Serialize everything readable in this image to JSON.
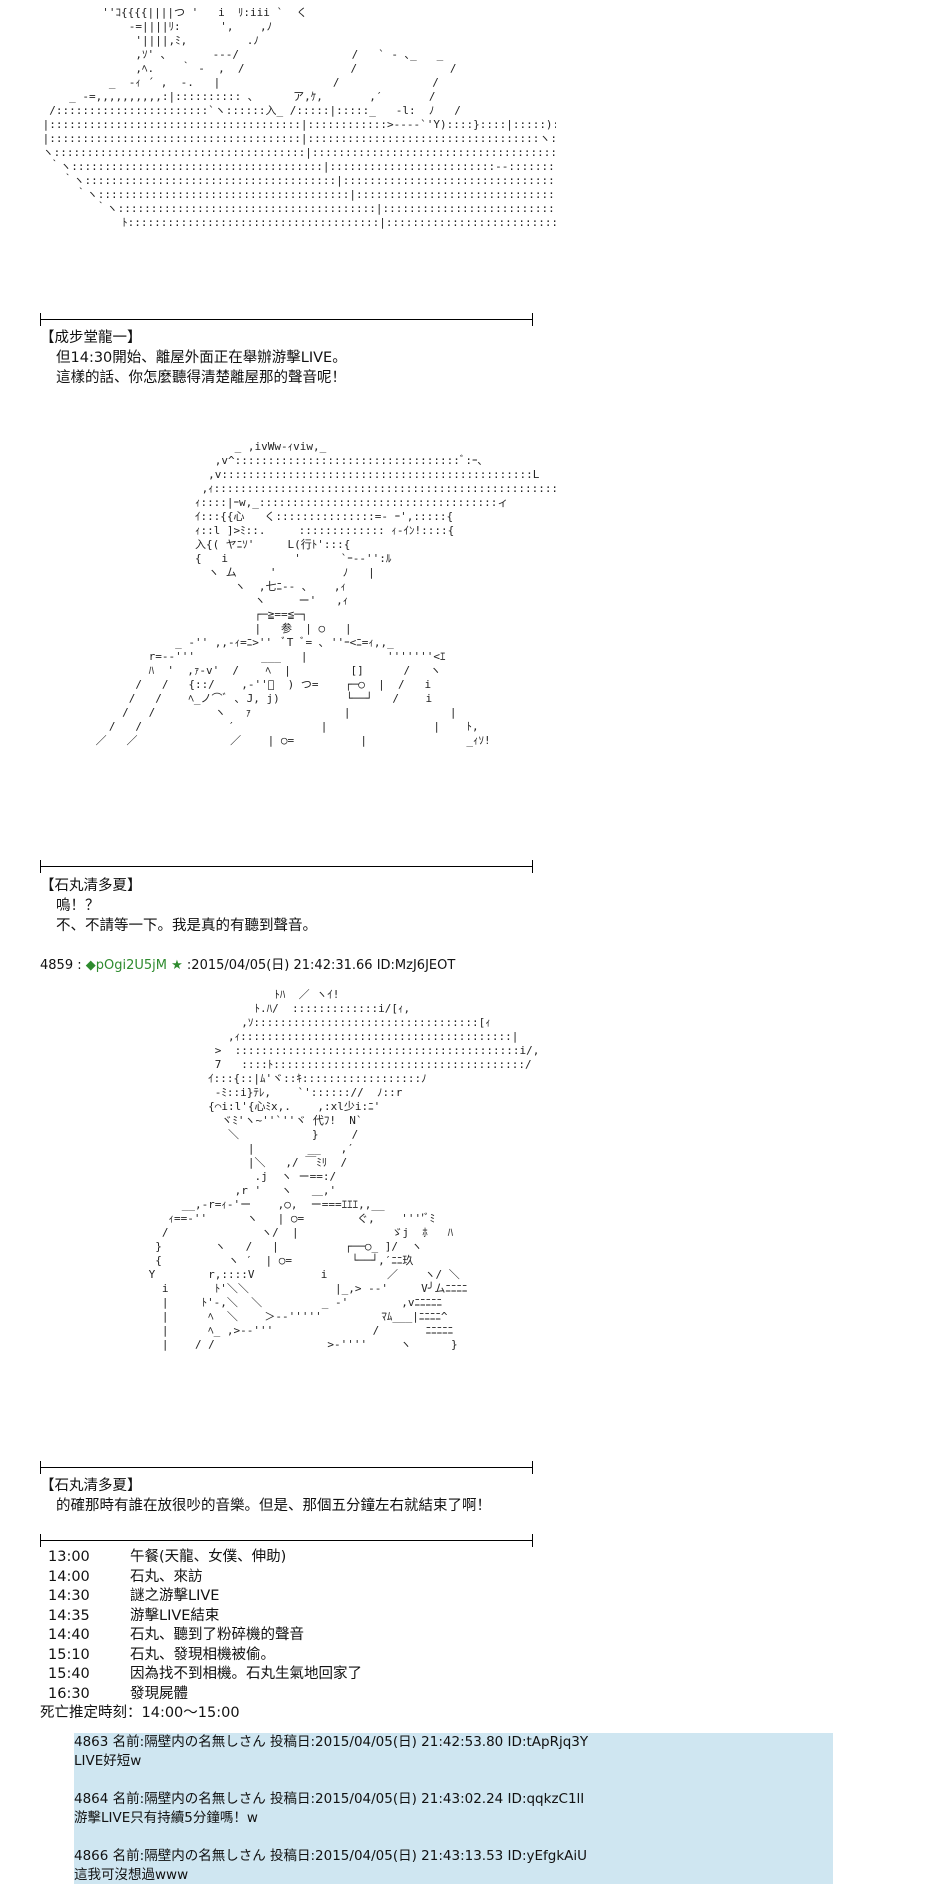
{
  "art": {
    "a1": "          ''ｺ{{{{||||つ '   i  ﾘ:iii `  く\n              -=||||ﾘ:      ',    ,ﾉ\n               '||||,ﾐ,         .ﾉ\n               ,ｿ' ､       ---/                 /   ` - ､_   _\n               ,ﾍ.    ｀ -  ,  /                /              /\n           _  -ｨ ´ ,  -.   |                 /              /\n     _ -=,,,,,,,,,,:|:::::::::: ､      ア,ｹ,       ,′       /\n  /:::::::::::::::::::::::`ヽ::::::入_ /:::::|:::::_   -l:  ﾉ   /\n |::::::::::::::::::::::::::::::::::::::|::::::::::::>----`'Y)::::}::::|:::::)::ﾉ:ヽ   |  /\n |::::::::::::::::::::::::::::::::::::::|:::::::::::::::::::::::::::::::::::ヽ::|:::V,::o/ ,  ,  ﾉ//       ,-- ､ ./\n ヽ::::::::::::::::::::::::::::::::::::::|:::::::::::::::::::::::::::::::::::::::::::::::::::::>'      /         ヽ__  y'\n  ｀ヽ::::::::::::::::::::::::::::::::::::::|:::::::::::::::::::::::::--::::::::::::::ﾉ:::::: ､_ ィ'ﾞ ー ､_..-ｳ'ヽ\n    ｀ヽ::::::::::::::::::::::::::::::::::::::|::::::::::::::::::::::::::::::::::::::::::::::::::Y,:::::|  ﾉ-,      ﾉ\n      ｀ヽ::::::::::::::::::::::::::::::::::::::|:::::::::::::::::::::::::::::::::::::::::::|::::|  ro(ﾆ - ､)\n         ｀ヽ:::::::::::::::::::::::::::::::::::::::|:::::::::::::::::::::::::::::::::-:::::::::/:::::/ﾊ(  ヽ  ﾉ\n             ﾄ::::::::::::::::::::::::::::::::::::::|:::::::::::::::::::::::::::::::::::::::|:::::,,,, -==- ﾍﾞ",
    "a2": "                              _ ,ivWw-ｨviw,_\n                           ,v^::::::::::::::::::::::::::::::::::ﾞ:ｰ､\n                          ,v:::::::::::::::::::::::::::::::::::::::::::::::L\n                         ,ｨ::::::::::::::::::::::::::::::::::::::::::::::::::::l\n                        ｨ::::|ｰw,_::::::::::::::::::::::::::::::::::::ィ\n                        ｲ:::{{心   く:::::::::::::::=- ｰ',:::::{\n                        ｨ::l ]>ﾐ::.     ::::::::::::: ｨ-ｲﾝ!::::{\n                        入{( ヤﾆｿ'     L(行ﾄ':::{\n                        {   i          '      `ｰ--'':ﾙ\n                          ヽ ム     '          ﾉ   |\n                              ヽ  ,七ﾆ-- ､    ,ｨ\n                                 ヽ     ー'   ,ｨ\n                                 ┌─≧==≦─┐\n                                 |   参  | ○   |\n                     _ -'' ,,-ｨ=ﾆ>''  ﾞT ﾞ= ､ ''ｰ<ﾆ=ｨ,,_\n                 r=--'''          ___   |            '''''''<ｴ\n                 ﾊ  '  ,ｧ-v'  /    ﾍ  |         []      /   ヽ\n               /   /   {::/    ,-''ﾞ  ) つ=    ┌─○  |  /   i\n              /   /    ﾍ_ノ⌒ﾞ ､ J, j)          └──┘   /    i\n             /   /         ヽ   ｧ              |               |\n           /   /             ′             |                |    ﾄ,\n         ／   ／              ／    | ○=          |               _ｨｿ!",
    "a3": "                                    ﾄﾊ  ／ ヽｲ!\n                                 ﾄ.ﾊ/  :::::::::::::i/[ｨ,\n                               ,ｿ::::::::::::::::::::::::::::::::::[ｨ\n                             ,ｨ:::::::::::::::::::::::::::::::::::::::::|\n                           >  :::::::::::::::::::::::::::::::::::::::::::i/,\n                           7   ::::ﾄ::::::::::::::::::::::::::::::::::::::/\n                          ｲ:::{::|ﾑ'ヾ::ｷ::::::::::::::::::ﾉ\n                           -ﾐ::i}ﾃﾚ,    `':::::://  ﾉ::r\n                          {⌒i:l'{心ﾐx,.    ,:xl少i:ﾆ'\n                            ヾﾐ'ヽ~''`''ヾ 代ﾌ!  N`\n                             ＼           }     /\n                                |        __   ,′\n                                |＼   ,/ ￣ﾐﾘ  /\n                                 .j  ヽ ー==:/\n                              ,r '   ヽ   ＿,'\n                      __,-r=ｨ-'ー    ,○,  ー===ｴｴｴ,,__\n                    ｨ==-''      ヽ   | ○=        ぐ,    ''''ﾞﾐ\n                   /              ヽ/  |              ゞj  ﾎ   ﾊ\n                  }        ヽ   /   |          ┌──○_ ]/  ヽ\n                  {          ヽ ′  | ○=         └──┘,′ﾆﾆ玖\n                 Y        r,::::V          i         ／    ヽ/ ＼\n                   i       ﾄ'＼＼             |_,> ‐‐'     V╯ムﾆﾆﾆﾆ\n                   |     ﾄ'-,＼  ＼         _ -'        ,vﾆﾆﾆﾆﾆ\n                   |      ﾍ  ＼    ＞--'''''         ﾏﾑ___|ﾆﾆﾆﾆ^\n                   |      ﾍ_ ,>--'''               /       ﾆﾆﾆﾆﾆ\n                   |    / /                 >-''''     ヽ      }"
  },
  "blocks": [
    {
      "name": "【成步堂龍一】",
      "lines": [
        "但14:30開始、離屋外面正在舉辦游擊LIVE。",
        "這樣的話、你怎麼聽得清楚離屋那的聲音呢！"
      ]
    },
    {
      "name": "【石丸清多夏】",
      "lines": [
        "嗚！？",
        "不、不請等一下。我是真的有聽到聲音。"
      ]
    },
    {
      "name": "【石丸清多夏】",
      "lines": [
        "的確那時有誰在放很吵的音樂。但是、那個五分鐘左右就結束了啊！"
      ]
    }
  ],
  "post": {
    "number": "4859 :",
    "trip": "◆pOgi2U5jM ★",
    "meta": ":2015/04/05(日) 21:42:31.66 ID:MzJ6JEOT"
  },
  "timeline": {
    "rows": [
      {
        "time": "13:00",
        "event": "午餐(天龍、女僕、伸助)"
      },
      {
        "time": "14:00",
        "event": "石丸、來訪"
      },
      {
        "time": "14:30",
        "event": "謎之游擊LIVE"
      },
      {
        "time": "14:35",
        "event": "游擊LIVE結束"
      },
      {
        "time": "14:40",
        "event": "石丸、聽到了粉碎機的聲音"
      },
      {
        "time": "15:10",
        "event": "石丸、發現相機被偷。"
      },
      {
        "time": "15:40",
        "event": "因為找不到相機。石丸生氣地回家了"
      },
      {
        "time": "16:30",
        "event": "發現屍體"
      }
    ],
    "footer": "死亡推定時刻：14:00〜15:00"
  },
  "comments": [
    {
      "header": "4863 名前:隔壁内の名無しさん 投稿日:2015/04/05(日) 21:42:53.80 ID:tApRjq3Y",
      "body": "LIVE好短w"
    },
    {
      "header": "4864 名前:隔壁内の名無しさん 投稿日:2015/04/05(日) 21:43:02.24 ID:qqkzC1lI",
      "body": "游擊LIVE只有持續5分鐘嗎！w"
    },
    {
      "header": "4866 名前:隔壁内の名無しさん 投稿日:2015/04/05(日) 21:43:13.53 ID:yEfgkAiU",
      "body": "這我可沒想過www"
    }
  ]
}
